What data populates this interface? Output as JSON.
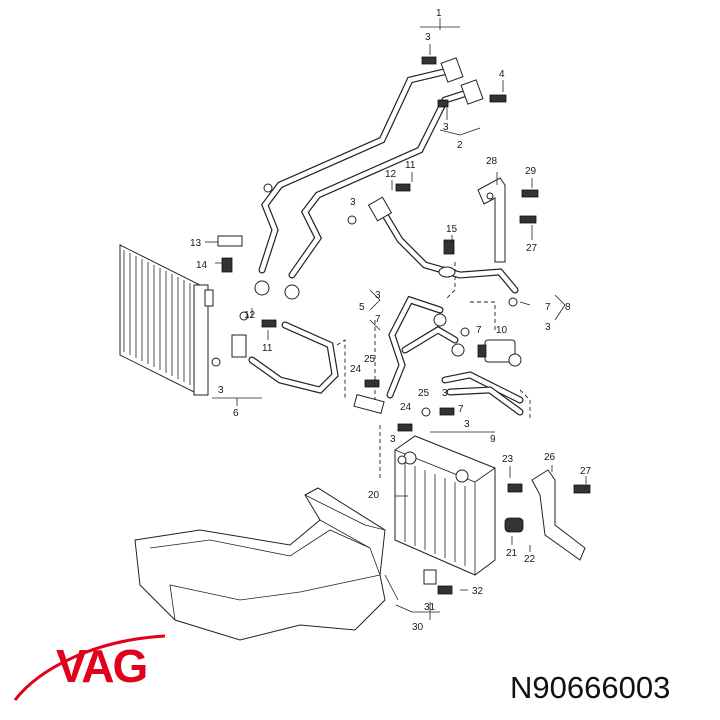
{
  "callouts": [
    {
      "id": "c1",
      "text": "1"
    },
    {
      "id": "c3a",
      "text": "3"
    },
    {
      "id": "c4",
      "text": "4"
    },
    {
      "id": "c3b",
      "text": "3"
    },
    {
      "id": "c2",
      "text": "2"
    },
    {
      "id": "c28",
      "text": "28"
    },
    {
      "id": "c29",
      "text": "29"
    },
    {
      "id": "c27a",
      "text": "27"
    },
    {
      "id": "c12a",
      "text": "12"
    },
    {
      "id": "c11a",
      "text": "11"
    },
    {
      "id": "c3c",
      "text": "3"
    },
    {
      "id": "c13",
      "text": "13"
    },
    {
      "id": "c14",
      "text": "14"
    },
    {
      "id": "c15",
      "text": "15"
    },
    {
      "id": "c12b",
      "text": "12"
    },
    {
      "id": "c11b",
      "text": "11"
    },
    {
      "id": "c5",
      "text": "5"
    },
    {
      "id": "c3d",
      "text": "3"
    },
    {
      "id": "c7a",
      "text": "7"
    },
    {
      "id": "c7b",
      "text": "7"
    },
    {
      "id": "c8",
      "text": "8"
    },
    {
      "id": "c3e",
      "text": "3"
    },
    {
      "id": "c7c",
      "text": "7"
    },
    {
      "id": "c10",
      "text": "10"
    },
    {
      "id": "c25a",
      "text": "25"
    },
    {
      "id": "c24a",
      "text": "24"
    },
    {
      "id": "c3f",
      "text": "3"
    },
    {
      "id": "c6",
      "text": "6"
    },
    {
      "id": "c25b",
      "text": "25"
    },
    {
      "id": "c24b",
      "text": "24"
    },
    {
      "id": "c3g",
      "text": "3"
    },
    {
      "id": "c7d",
      "text": "7"
    },
    {
      "id": "c3h",
      "text": "3"
    },
    {
      "id": "c9",
      "text": "9"
    },
    {
      "id": "c3i",
      "text": "3"
    },
    {
      "id": "c23",
      "text": "23"
    },
    {
      "id": "c26",
      "text": "26"
    },
    {
      "id": "c27b",
      "text": "27"
    },
    {
      "id": "c20",
      "text": "20"
    },
    {
      "id": "c21",
      "text": "21"
    },
    {
      "id": "c22",
      "text": "22"
    },
    {
      "id": "c32",
      "text": "32"
    },
    {
      "id": "c31",
      "text": "31"
    },
    {
      "id": "c30",
      "text": "30"
    }
  ],
  "brand": {
    "logo_text": "VAG",
    "accent_color": "#e3001b"
  },
  "part_number": "N90666003"
}
